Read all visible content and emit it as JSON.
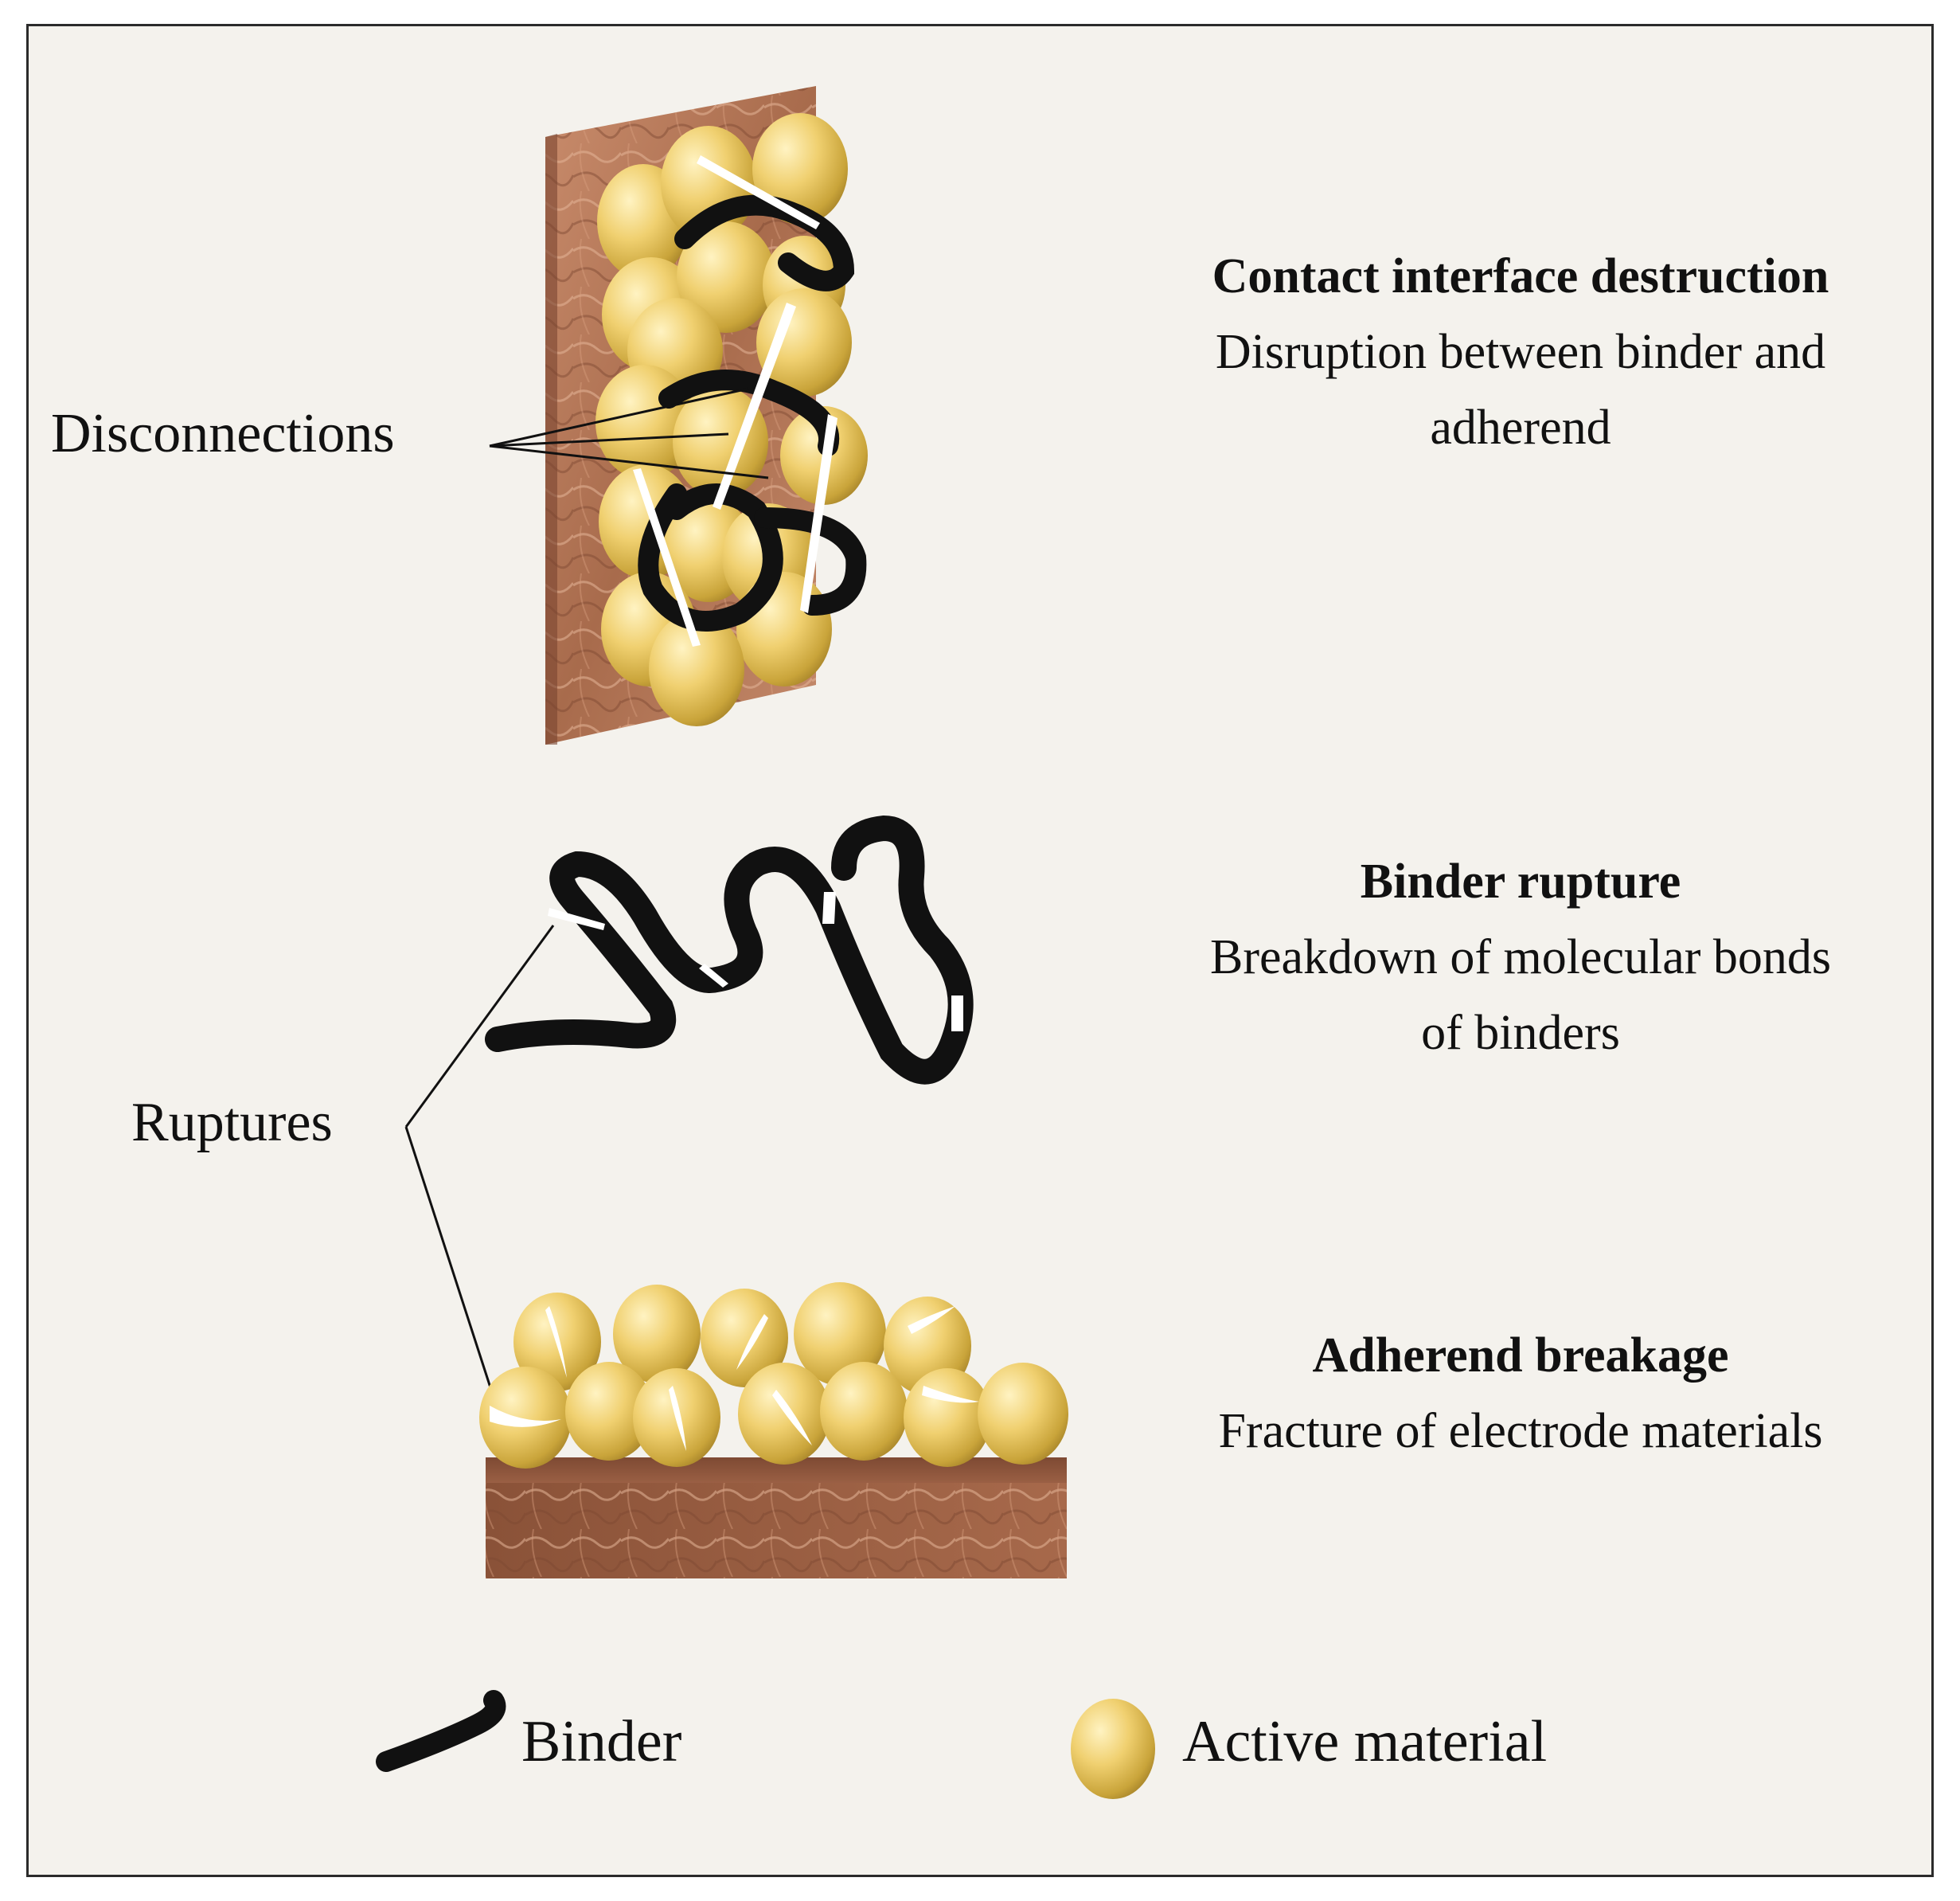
{
  "callouts": {
    "disconnections": "Disconnections",
    "ruptures": "Ruptures"
  },
  "mechanisms": [
    {
      "title": "Contact interface destruction",
      "description": "Disruption between binder and adherend"
    },
    {
      "title": "Binder rupture",
      "description": "Breakdown of molecular bonds of binders"
    },
    {
      "title": "Adherend breakage",
      "description": "Fracture of electrode materials"
    }
  ],
  "legend": {
    "binder": "Binder",
    "active_material": "Active material"
  },
  "colors": {
    "background": "#f4f2ed",
    "copper_current_collector": "#b87b5c",
    "active_material": "#e8c65a",
    "binder": "#111111",
    "crack": "#ffffff"
  }
}
